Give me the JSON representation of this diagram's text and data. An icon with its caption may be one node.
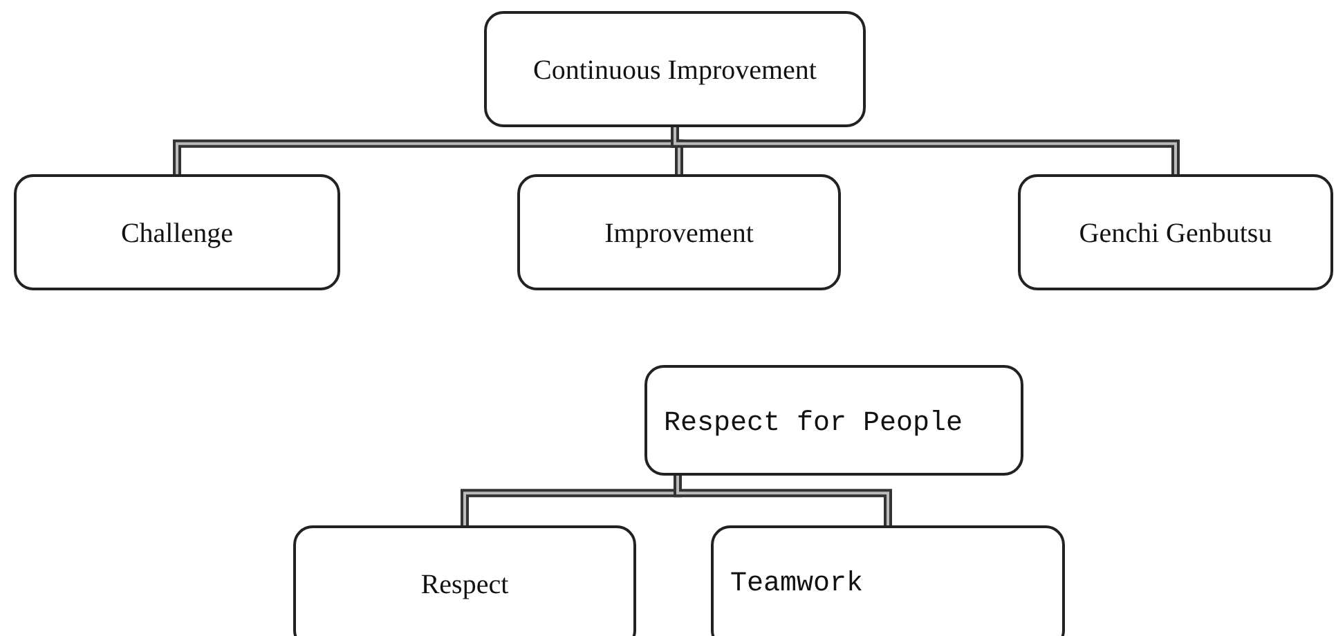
{
  "diagram": {
    "nodes": [
      {
        "text": [
          "Continuous Improvement"
        ]
      },
      {
        "text": [
          "Challenge"
        ]
      },
      {
        "text": [
          "Improvement"
        ]
      },
      {
        "text": [
          "Genchi Genbutsu"
        ]
      },
      {
        "text": [
          "Respect for People"
        ]
      },
      {
        "text": [
          "Respect"
        ]
      },
      {
        "text": [
          "Teamwork"
        ]
      }
    ],
    "edges": [
      {
        "from": 0,
        "to": 1,
        "arrow": "none"
      },
      {
        "from": 0,
        "to": 2,
        "arrow": "none"
      },
      {
        "from": 0,
        "to": 3,
        "arrow": "none"
      },
      {
        "from": 4,
        "to": 5,
        "arrow": "none"
      },
      {
        "from": 4,
        "to": 6,
        "arrow": "none"
      }
    ]
  }
}
